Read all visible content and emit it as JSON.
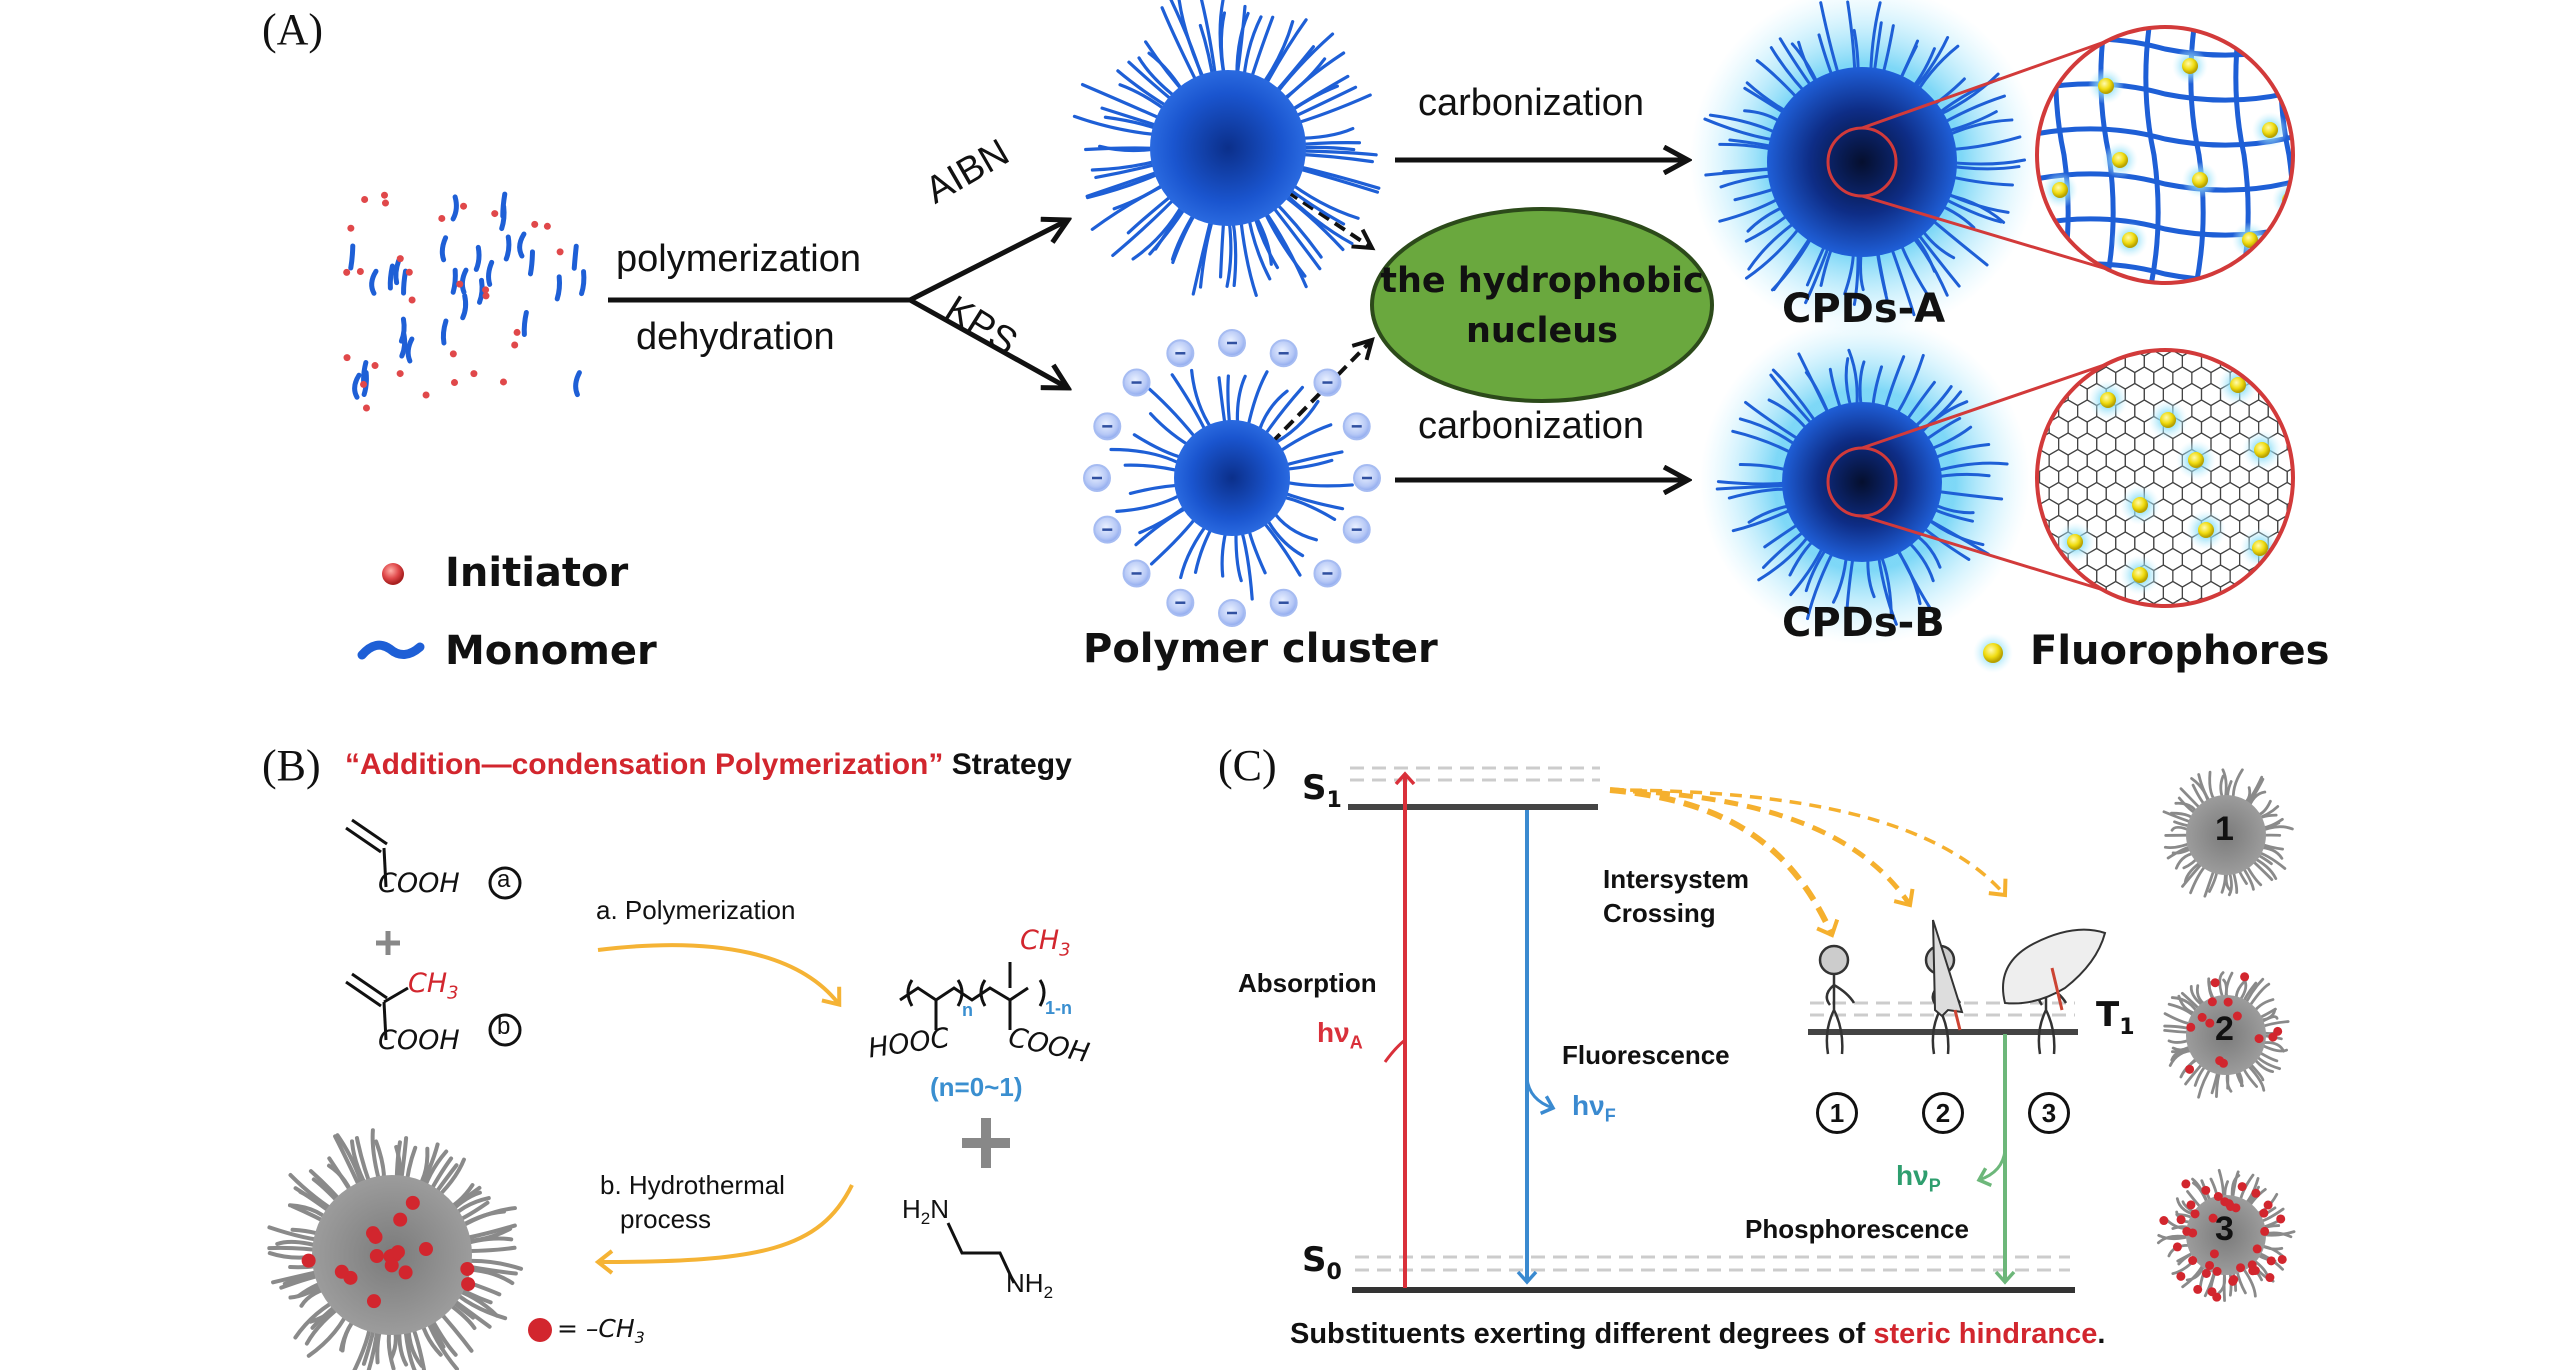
{
  "panel_a": {
    "label": "(A)",
    "step1_top": "polymerization",
    "step1_bottom": "dehydration",
    "branch_top": "AIBN",
    "branch_bottom": "KPS",
    "carbonization_top": "carbonization",
    "carbonization_bottom": "carbonization",
    "nucleus_line1": "the hydrophobic",
    "nucleus_line2": "nucleus",
    "cpds_a": "CPDs-A",
    "cpds_b": "CPDs-B",
    "polymer_cluster": "Polymer cluster",
    "legend": {
      "initiator": "Initiator",
      "monomer": "Monomer",
      "fluorophores": "Fluorophores"
    },
    "colors": {
      "polymer_blue": "#1e5fd6",
      "initiator_red": "#e0484a",
      "nucleus_green": "#6aa83e",
      "zoom_ring_red": "#d23a3a",
      "fluorophore_yellow": "#f2e21a",
      "glow_cyan": "#7fd6f5"
    }
  },
  "panel_b": {
    "label": "(B)",
    "title_red": "“Addition—condensation Polymerization”",
    "title_black": "Strategy",
    "monomer_a_group": "COOH",
    "monomer_a_tag": "a",
    "plus": "+",
    "monomer_b_methyl": "CH",
    "monomer_b_methyl_sub": "3",
    "monomer_b_group": "COOH",
    "monomer_b_tag": "b",
    "step_a": "a. Polymerization",
    "polymer_methyl": "CH",
    "polymer_methyl_sub": "3",
    "polymer_n": "n",
    "polymer_1n": "1-n",
    "polymer_left_group": "HOOC",
    "polymer_right_group": "COOH",
    "polymer_range": "(n=0~1)",
    "amine_top": "H",
    "amine_top_sub": "2",
    "amine_top_n": "N",
    "amine_bottom": "NH",
    "amine_bottom_sub": "2",
    "step_b_line1": "b. Hydrothermal",
    "step_b_line2": "process",
    "legend_eq": "= –CH",
    "legend_eq_sub": "3",
    "colors": {
      "title_red": "#d2262e",
      "arrow_orange": "#f5b335",
      "range_blue": "#3a8fd0",
      "methyl_red": "#d2262e"
    }
  },
  "panel_c": {
    "label": "(C)",
    "s1": "S",
    "s1_sub": "1",
    "s0": "S",
    "s0_sub": "0",
    "t1": "T",
    "t1_sub": "1",
    "absorption": "Absorption",
    "hv_a": "hν",
    "hv_a_sub": "A",
    "fluorescence": "Fluorescence",
    "hv_f": "hν",
    "hv_f_sub": "F",
    "isc_line1": "Intersystem",
    "isc_line2": "Crossing",
    "phosphorescence": "Phosphorescence",
    "hv_p": "hν",
    "hv_p_sub": "P",
    "figures": [
      "1",
      "2",
      "3"
    ],
    "particles": [
      "1",
      "2",
      "3"
    ],
    "caption_black": "Substituents exerting different degrees of ",
    "caption_red": "steric hindrance",
    "caption_end": ".",
    "colors": {
      "absorption_red": "#d9303a",
      "fluorescence_blue": "#3a8ad0",
      "phosphorescence_green": "#6db77a",
      "isc_orange": "#f5b02e",
      "hvp_green": "#2e9e6e"
    }
  }
}
